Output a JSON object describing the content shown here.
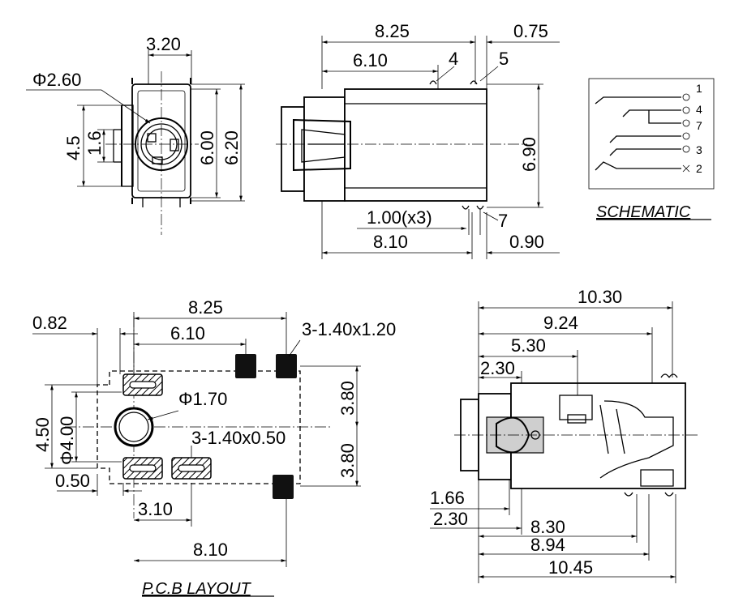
{
  "front_view": {
    "width_label": "3.20",
    "diameter_label": "Φ2.60",
    "height_45_label": "4.5",
    "height_16_label": "1.6",
    "height_600_label": "6.00",
    "height_620_label": "6.20"
  },
  "side_view": {
    "len_825_label": "8.25",
    "len_075_label": "0.75",
    "len_610_label": "6.10",
    "pin4_label": "4",
    "pin5_label": "5",
    "height_690_label": "6.90",
    "pitch_label": "1.00(x3)",
    "pin7_label": "7",
    "len_810_label": "8.10",
    "len_090_label": "0.90"
  },
  "schematic": {
    "pins": [
      "1",
      "4",
      "7",
      "3",
      "2"
    ],
    "caption": "SCHEMATIC"
  },
  "pcb_layout": {
    "len_825_label": "8.25",
    "len_082_label": "0.82",
    "len_610_label": "6.10",
    "pad_large_label": "3-1.40x1.20",
    "dia_170_label": "Φ1.70",
    "height_380_top_label": "3.80",
    "height_380_bottom_label": "3.80",
    "height_450_label": "4.50",
    "dia_400_label": "Φ4.00",
    "pad_small_label": "3-1.40x0.50",
    "len_050_label": "0.50",
    "len_310_label": "3.10",
    "len_810_label": "8.10",
    "caption": "P.C.B LAYOUT"
  },
  "bottom_view": {
    "len_1030_label": "10.30",
    "len_924_label": "9.24",
    "len_530_label": "5.30",
    "len_230_top_label": "2.30",
    "len_166_label": "1.66",
    "len_230_bottom_label": "2.30",
    "len_830_label": "8.30",
    "len_894_label": "8.94",
    "len_1045_label": "10.45"
  }
}
